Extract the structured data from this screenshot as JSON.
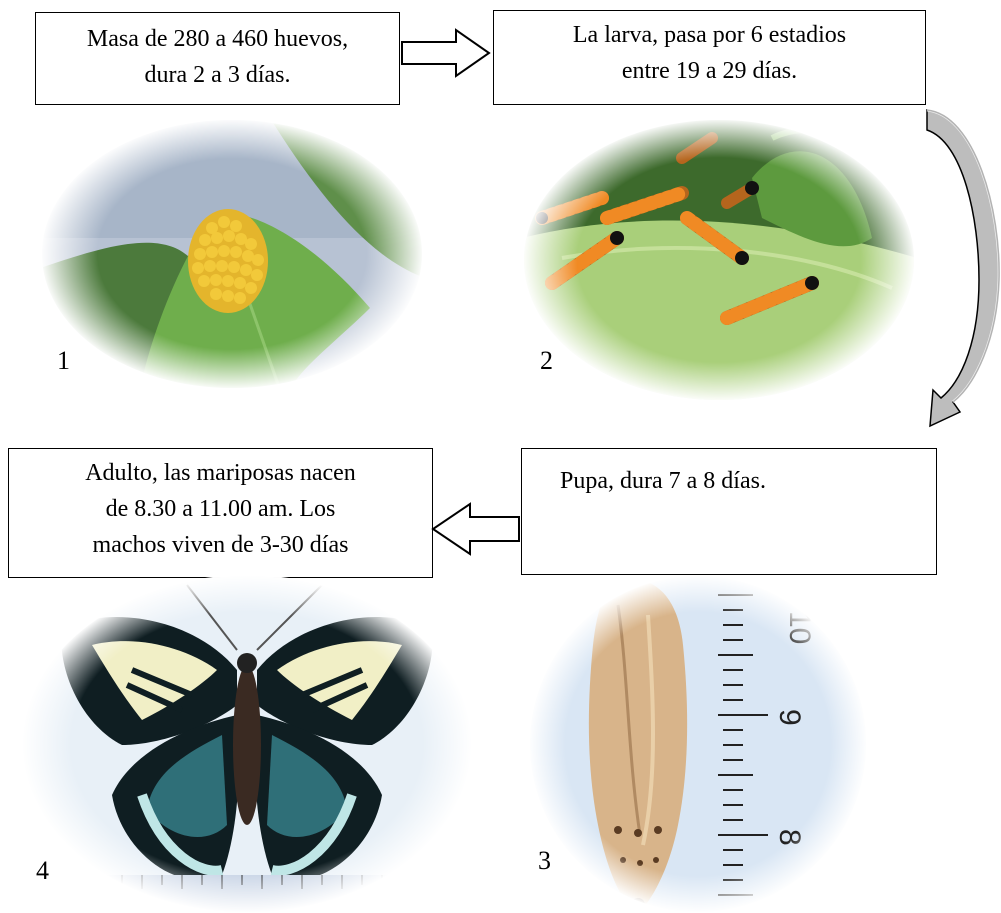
{
  "stages": [
    {
      "number": "1",
      "lines": [
        "Masa de 280 a 460 huevos,",
        "dura 2 a 3 días."
      ],
      "photo": "egg-mass-on-leaf"
    },
    {
      "number": "2",
      "lines": [
        "La larva, pasa por 6 estadios",
        "entre 19 a 29 días."
      ],
      "photo": "caterpillars-on-leaf"
    },
    {
      "number": "3",
      "lines": [
        "Pupa, dura 7 a 8 días."
      ],
      "photo": "chrysalis-with-ruler"
    },
    {
      "number": "4",
      "lines": [
        "Adulto, las mariposas nacen",
        "de 8.30 a 11.00 am. Los",
        "machos viven de 3-30 días"
      ],
      "photo": "butterfly-specimen"
    }
  ],
  "ruler_labels": [
    "10",
    "9",
    "8"
  ],
  "colors": {
    "leaf": "#6fae4c",
    "eggs": "#f2c93a",
    "caterpillar": "#b5651d",
    "pupa": "#d8b48a",
    "wing_band": "#f1efc6",
    "wing_teal": "#2f6f78",
    "curved_arrow_fill": "#bdbdbd"
  }
}
